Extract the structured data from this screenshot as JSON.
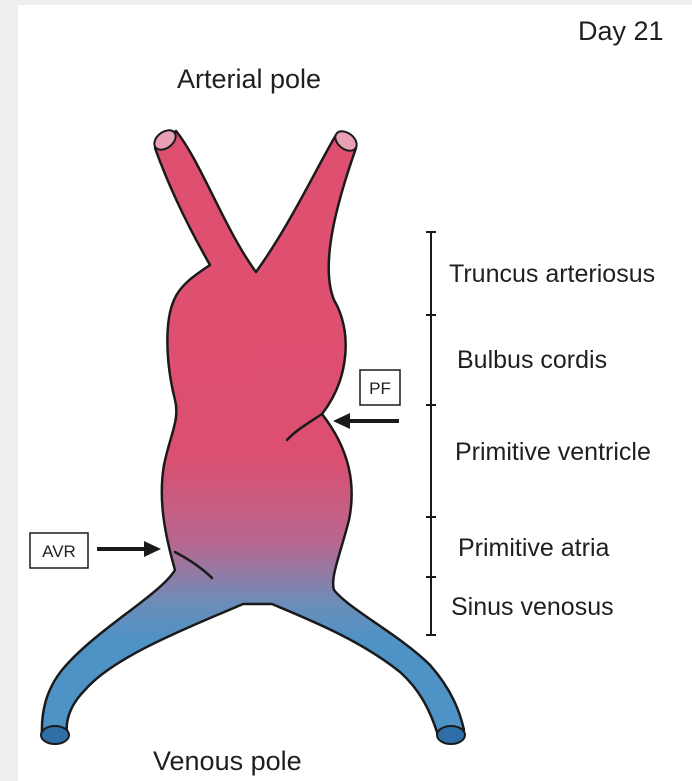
{
  "title": "Day 21",
  "poles": {
    "arterial": "Arterial pole",
    "venous": "Venous pole"
  },
  "segments": [
    {
      "label": "Truncus arteriosus"
    },
    {
      "label": "Bulbus cordis"
    },
    {
      "label": "Primitive ventricle"
    },
    {
      "label": "Primitive atria"
    },
    {
      "label": "Sinus venosus"
    }
  ],
  "markers": {
    "pf": "PF",
    "avr": "AVR"
  },
  "colors": {
    "arterial": "#df4f6f",
    "venous": "#4e93c6",
    "background": "#eeeeee",
    "panel": "#ffffff",
    "outline": "#1a1a1a"
  }
}
